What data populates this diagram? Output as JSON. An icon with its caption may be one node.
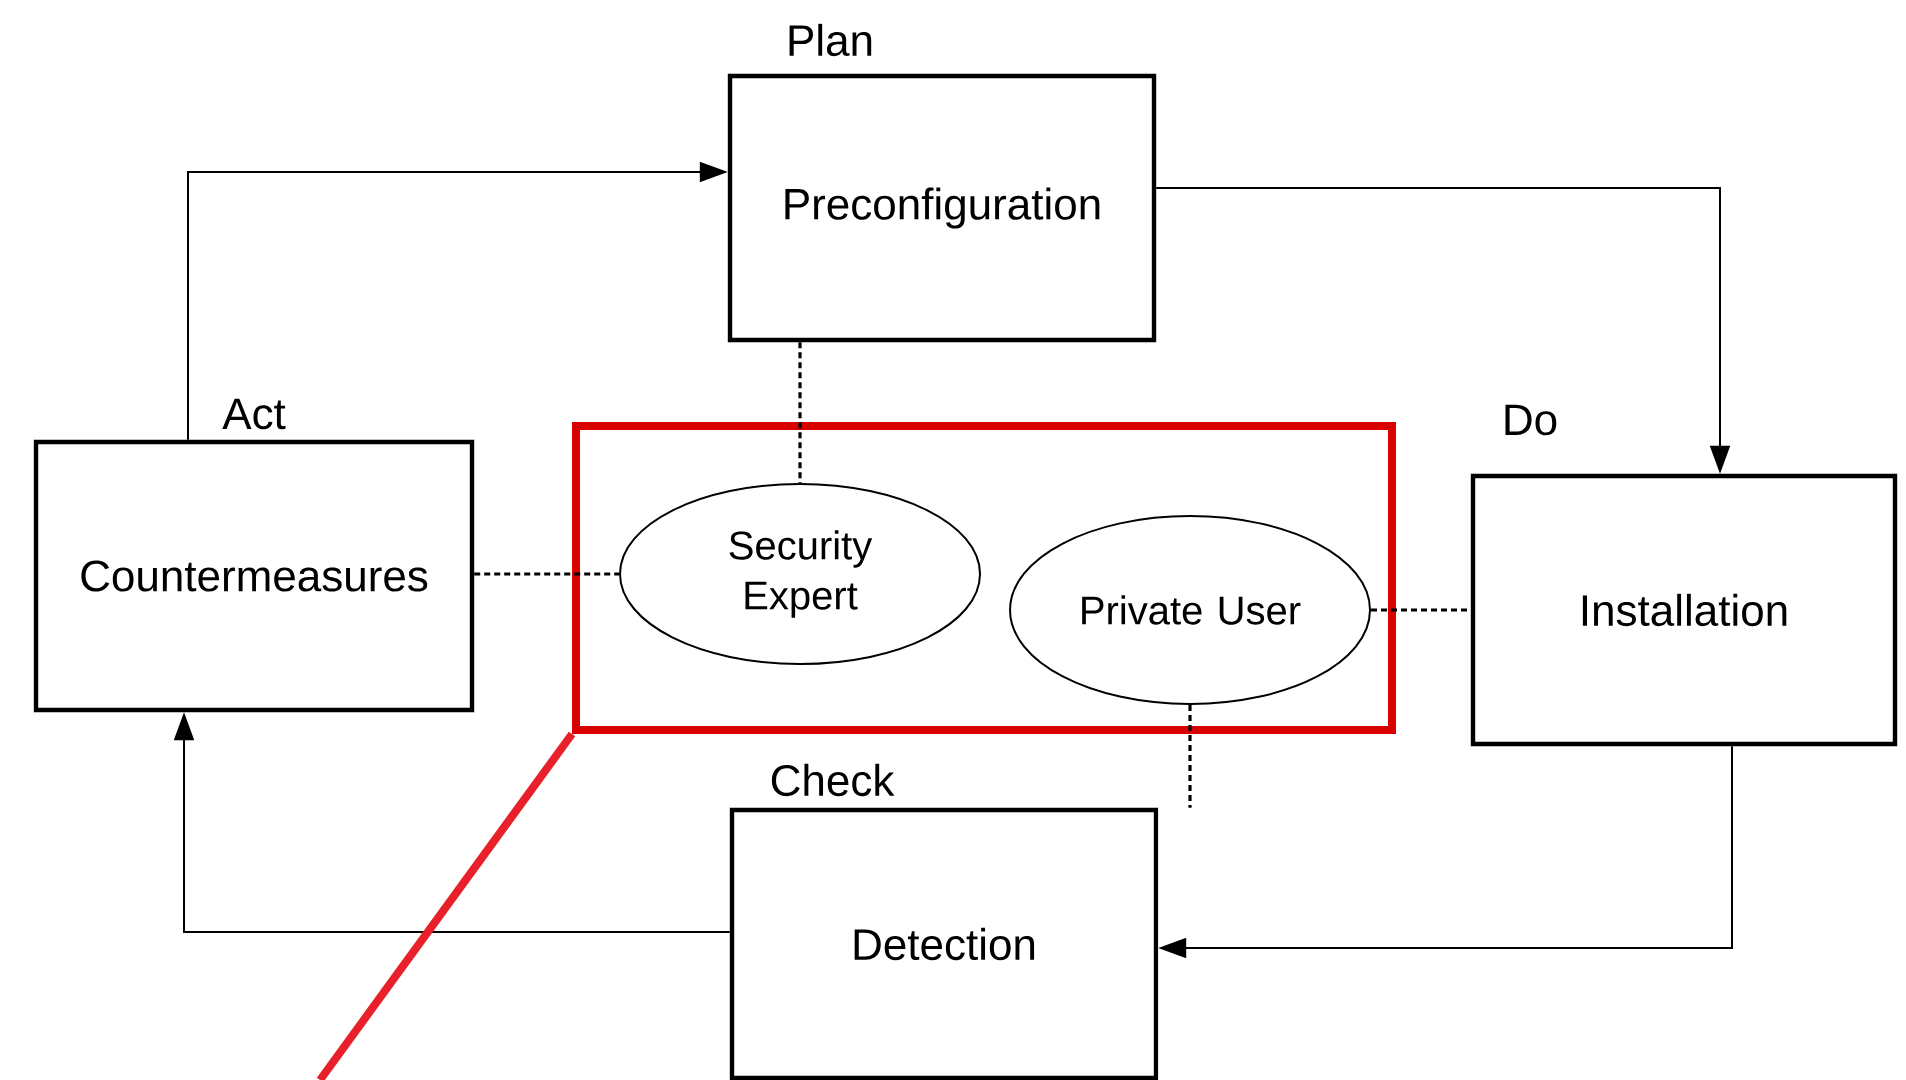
{
  "diagram": {
    "nodes": [
      {
        "text": [
          "Plan",
          "Preconfiguration"
        ]
      },
      {
        "text": [
          "Act",
          "Countermeasures"
        ]
      },
      {
        "text": [],
        "shape": "box"
      },
      {
        "text": [
          "Security Expert"
        ],
        "in": 2
      },
      {
        "text": [
          "Private User"
        ],
        "in": 2
      },
      {
        "text": [
          "Do",
          "Installation"
        ]
      },
      {
        "text": [
          "Check",
          "Detection"
        ]
      }
    ],
    "edges": [
      {
        "from": 1,
        "to": 0,
        "arrow": "to"
      },
      {
        "from": 0,
        "to": 5,
        "arrow": "to"
      },
      {
        "from": 5,
        "to": 6,
        "arrow": "to"
      },
      {
        "from": 6,
        "to": 1,
        "arrow": "to"
      },
      {
        "from": 0,
        "to": 3,
        "arrow": "none",
        "style": "dashed"
      },
      {
        "from": 1,
        "to": 3,
        "arrow": "none",
        "style": "dashed"
      },
      {
        "from": 4,
        "to": 5,
        "arrow": "none",
        "style": "dashed"
      },
      {
        "from": 4,
        "to": 6,
        "arrow": "none",
        "style": "dashed"
      },
      {
        "from": 2,
        "to": null,
        "arrow": "none",
        "style": "thick",
        "color": "#e8202a"
      }
    ]
  }
}
